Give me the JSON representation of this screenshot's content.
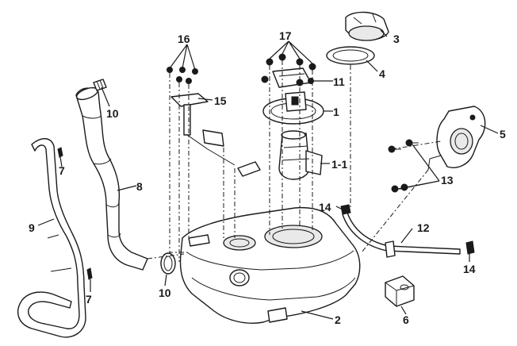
{
  "callouts": {
    "c1": "1",
    "c1_1": "1-1",
    "c2": "2",
    "c3": "3",
    "c4": "4",
    "c5": "5",
    "c6": "6",
    "c7a": "7",
    "c7b": "7",
    "c8": "8",
    "c9": "9",
    "c10a": "10",
    "c10b": "10",
    "c11": "11",
    "c12": "12",
    "c13": "13",
    "c14a": "14",
    "c14b": "14",
    "c15": "15",
    "c16": "16",
    "c17": "17"
  }
}
